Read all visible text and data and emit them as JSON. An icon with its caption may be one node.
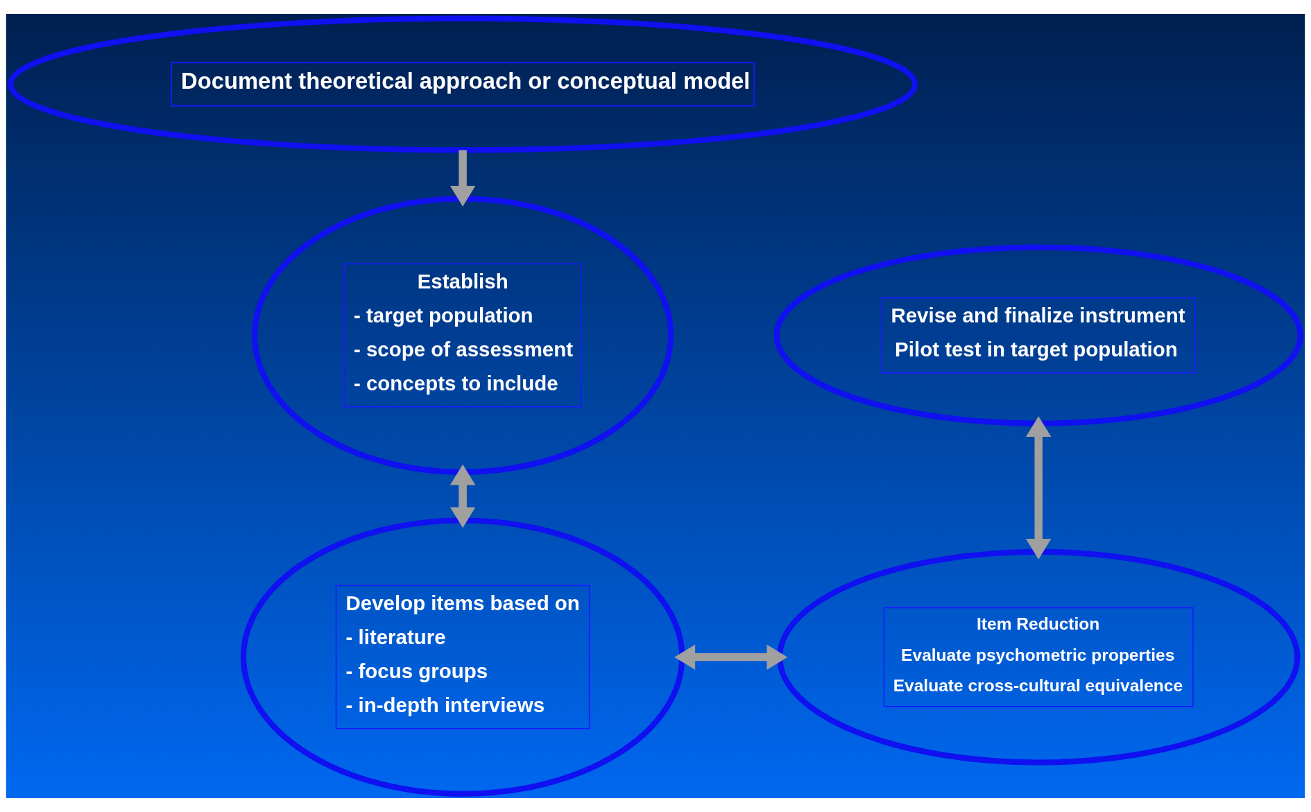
{
  "diagram": {
    "nodes": [
      {
        "text": [
          "Document theoretical approach or conceptual model"
        ]
      },
      {
        "text": [
          "Establish",
          "- target population",
          "- scope of assessment",
          "- concepts to include"
        ]
      },
      {
        "text": [
          "Develop items based on",
          "- literature",
          "- focus groups",
          "- in-depth interviews"
        ]
      },
      {
        "text": [
          "Item Reduction",
          "Evaluate psychometric properties",
          "Evaluate cross-cultural equivalence"
        ]
      },
      {
        "text": [
          "Revise and finalize instrument",
          "Pilot test in target population"
        ]
      }
    ],
    "edges": [
      {
        "from": 0,
        "to": 1,
        "arrow": "to"
      },
      {
        "from": 1,
        "to": 2,
        "arrow": "both"
      },
      {
        "from": 2,
        "to": 3,
        "arrow": "both"
      },
      {
        "from": 3,
        "to": 4,
        "arrow": "both"
      }
    ]
  }
}
